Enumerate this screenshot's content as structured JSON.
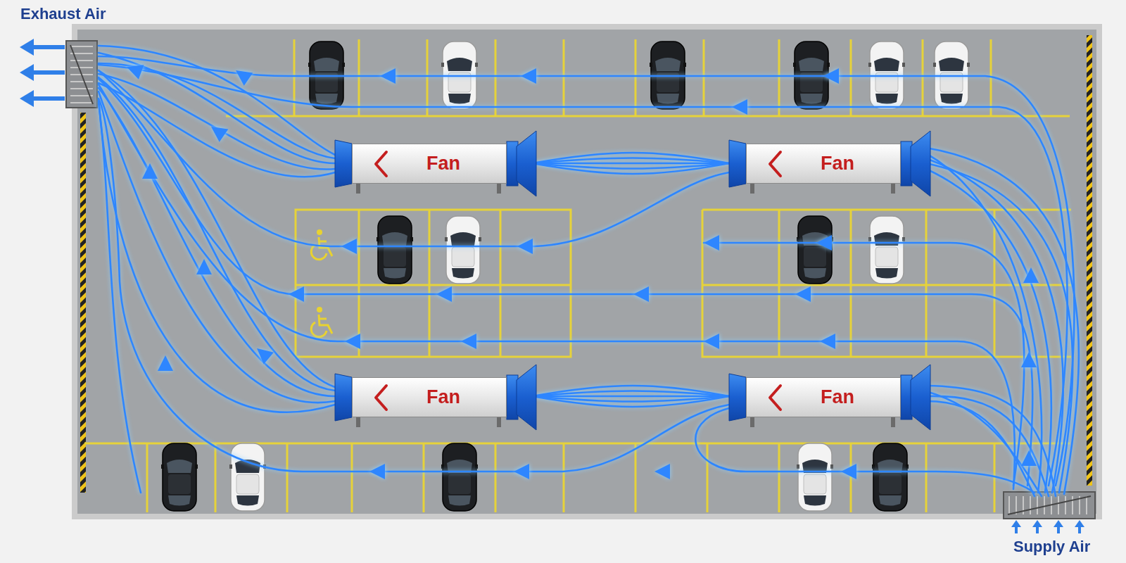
{
  "diagram": {
    "nodes": [
      {
        "text": [
          "Fan"
        ]
      },
      {
        "text": [
          "Fan"
        ]
      },
      {
        "text": [
          "Fan"
        ]
      },
      {
        "text": [
          "Fan"
        ]
      }
    ],
    "labels": [
      "Exhaust Air",
      "Supply Air"
    ]
  }
}
